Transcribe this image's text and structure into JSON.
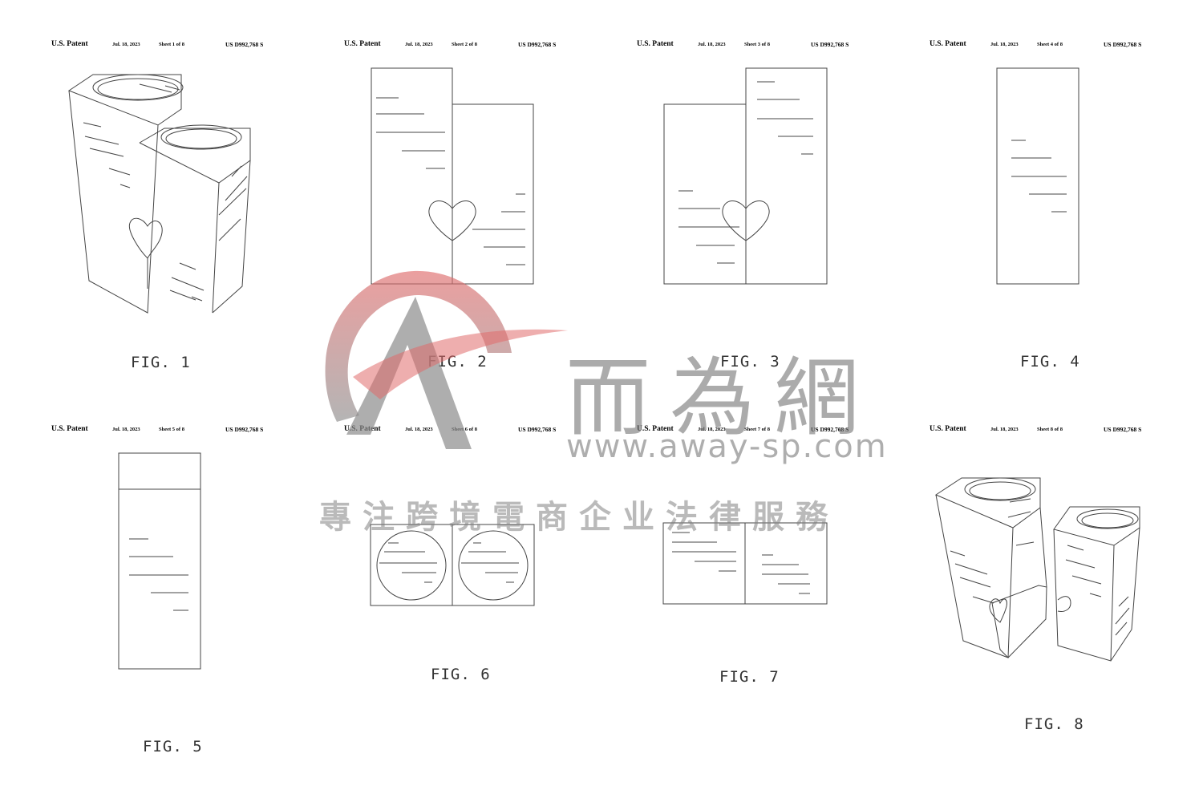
{
  "header_common": {
    "label": "U.S. Patent",
    "date": "Jul. 18, 2023",
    "number": "US D992,768 S"
  },
  "sheets": [
    {
      "sheet": "Sheet 1 of 8",
      "figure": "FIG. 1"
    },
    {
      "sheet": "Sheet 2 of 8",
      "figure": "FIG. 2"
    },
    {
      "sheet": "Sheet 3 of 8",
      "figure": "FIG. 3"
    },
    {
      "sheet": "Sheet 4 of 8",
      "figure": "FIG. 4"
    },
    {
      "sheet": "Sheet 5 of 8",
      "figure": "FIG. 5"
    },
    {
      "sheet": "Sheet 6 of 8",
      "figure": "FIG. 6"
    },
    {
      "sheet": "Sheet 7 of 8",
      "figure": "FIG. 7"
    },
    {
      "sheet": "Sheet 8 of 8",
      "figure": "FIG. 8"
    }
  ],
  "watermark": {
    "title": "而為網",
    "url": "www.away-sp.com",
    "slogan": "專注跨境電商企业法律服務",
    "colors": {
      "logo_red": "#e06b6b",
      "logo_gray": "#8c8c8c",
      "text_gray": "#7a7a7a"
    }
  }
}
